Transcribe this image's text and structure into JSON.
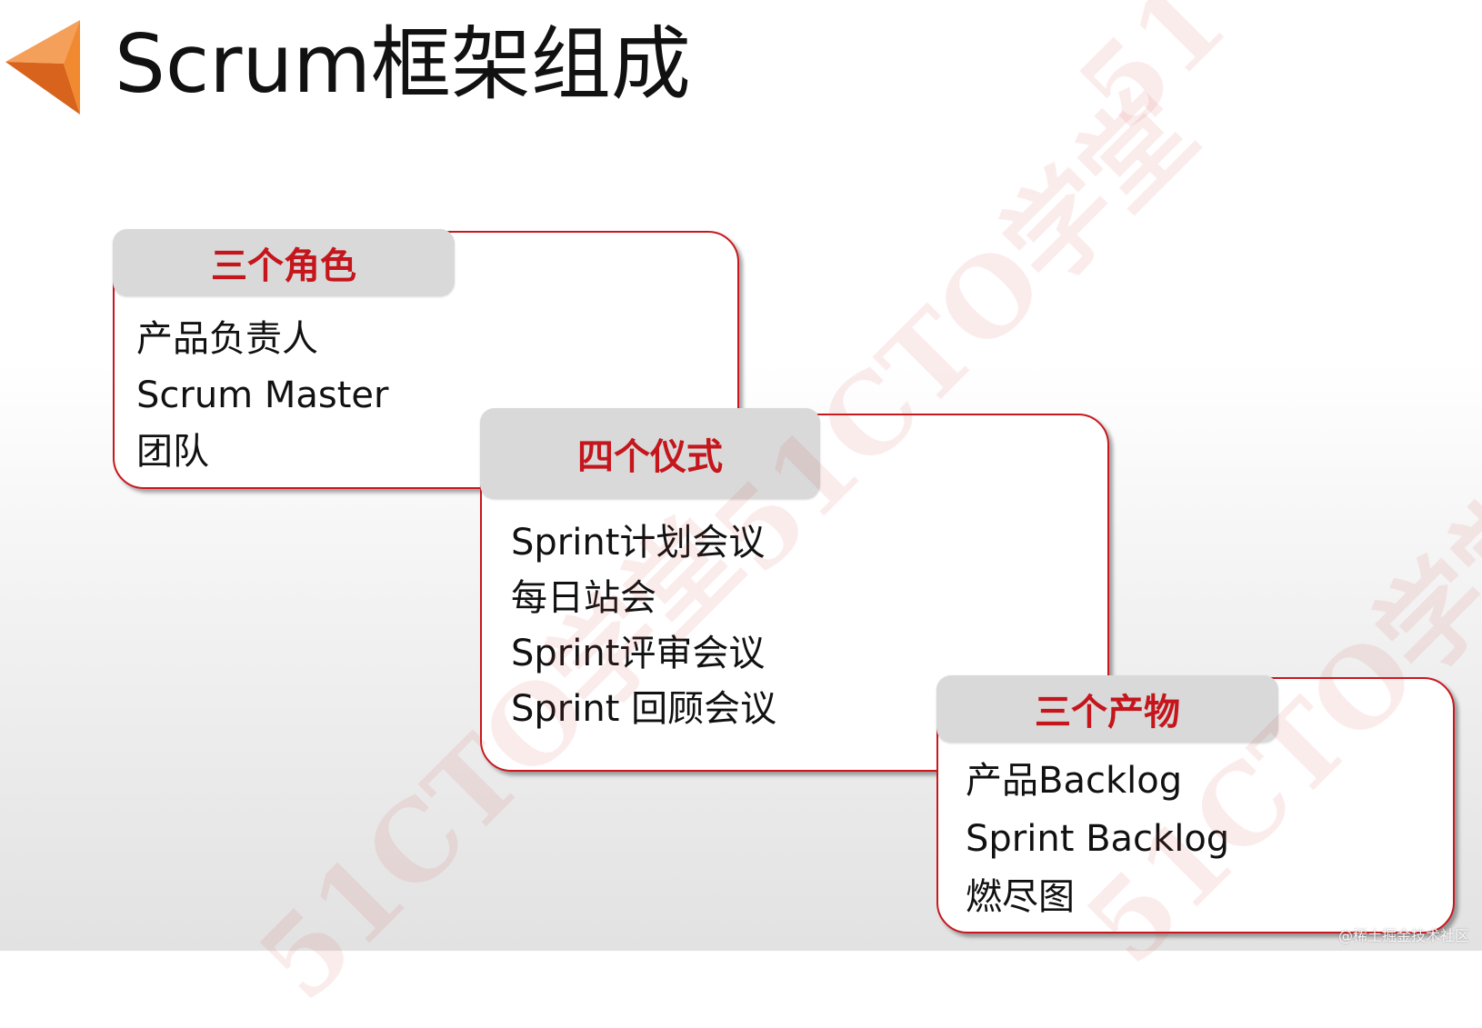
{
  "slide": {
    "title": "Scrum框架组成"
  },
  "cards": {
    "roles": {
      "heading": "三个角色",
      "items": [
        "产品负责人",
        "Scrum  Master",
        "团队"
      ]
    },
    "events": {
      "heading": "四个仪式",
      "items": [
        "Sprint计划会议",
        "每日站会",
        "Sprint评审会议",
        "Sprint  回顾会议"
      ]
    },
    "artifacts": {
      "heading": "三个产物",
      "items": [
        "产品Backlog",
        "Sprint  Backlog",
        "燃尽图"
      ]
    }
  },
  "watermarks": {
    "brand": "51CTO学堂",
    "corner": "51"
  },
  "footer": {
    "credit": "@稀土掘金技术社区"
  },
  "colors": {
    "accent_red": "#c4161c",
    "card_border": "#c8181e",
    "heading_bg": "#d9d9d9",
    "arrow_orange": "#e8782a"
  },
  "icons": {
    "title_marker": "orange-triangle-arrow-icon"
  }
}
